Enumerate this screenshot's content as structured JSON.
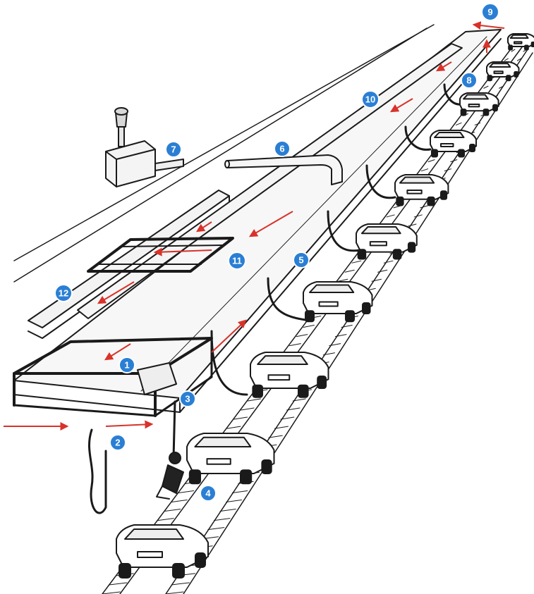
{
  "colors": {
    "badge": "#2a7fd4",
    "flow_arrow": "#d8322a",
    "ink": "#1a1a1a",
    "paper": "#ffffff"
  },
  "callouts": [
    {
      "label": "1"
    },
    {
      "label": "2"
    },
    {
      "label": "3"
    },
    {
      "label": "4"
    },
    {
      "label": "5"
    },
    {
      "label": "6"
    },
    {
      "label": "7"
    },
    {
      "label": "8"
    },
    {
      "label": "9"
    },
    {
      "label": "10"
    },
    {
      "label": "11"
    },
    {
      "label": "12"
    }
  ]
}
